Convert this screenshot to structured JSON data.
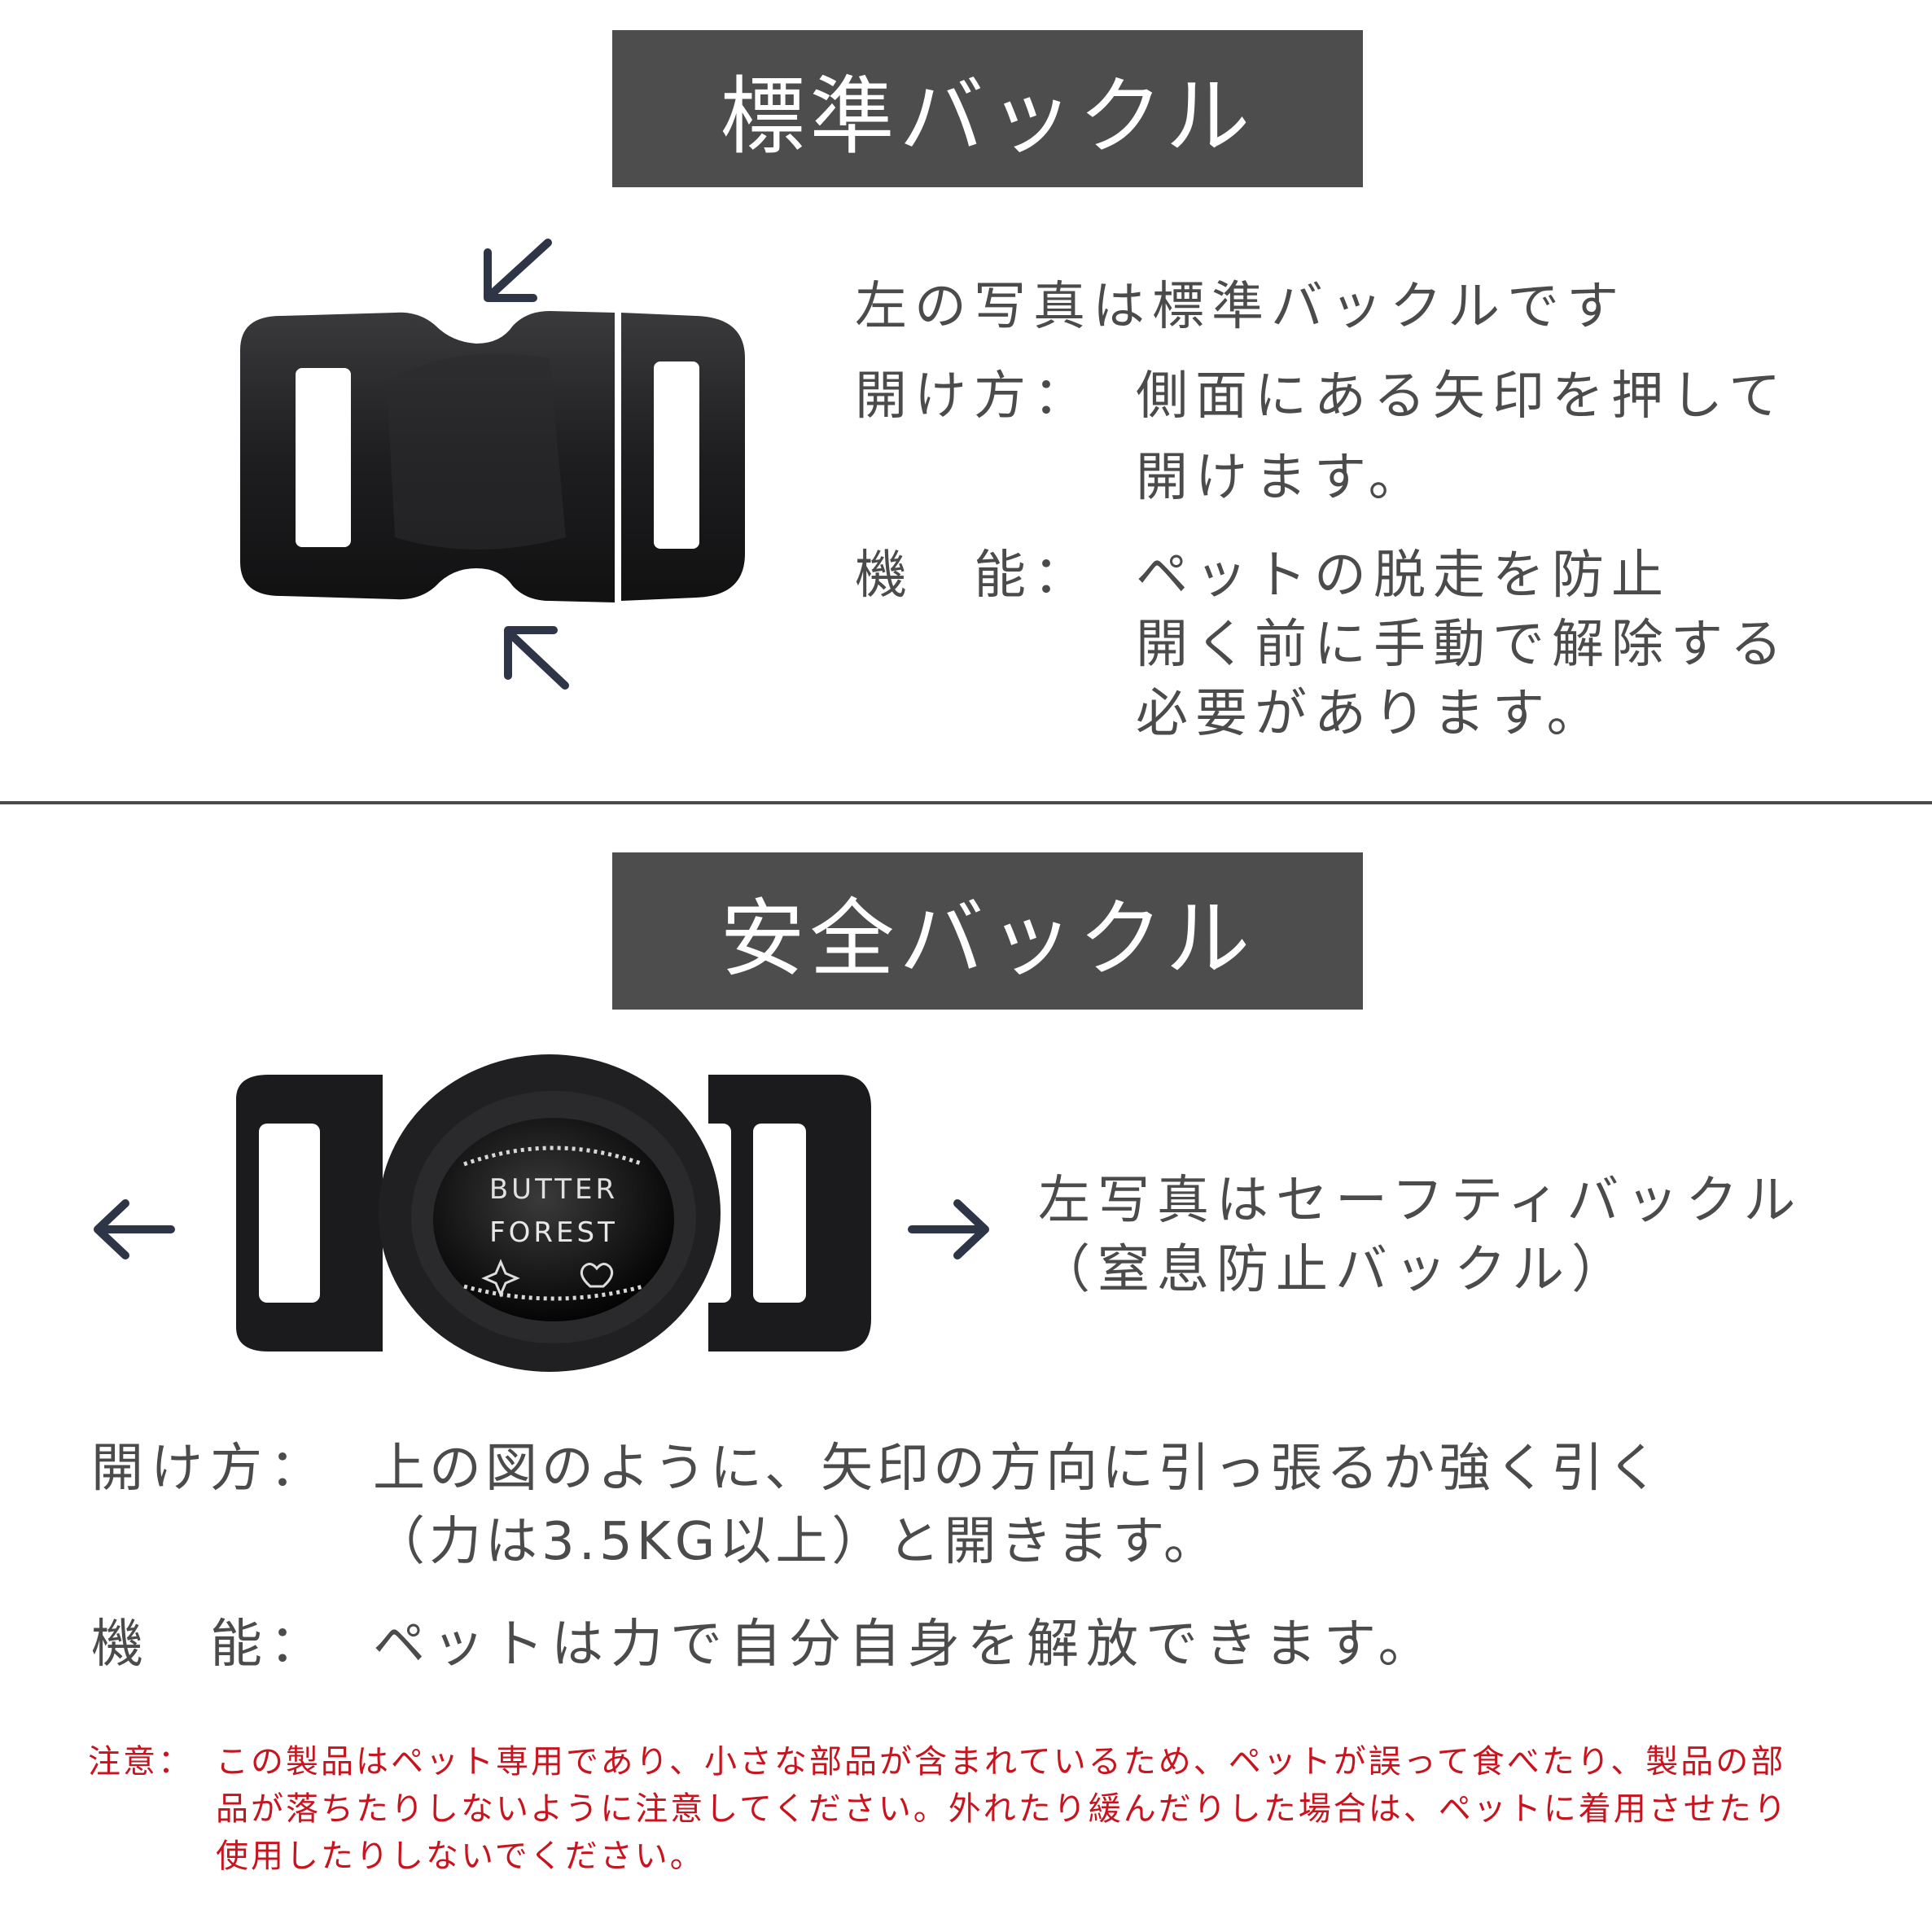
{
  "standard": {
    "heading": "標準バックル",
    "intro": "左の写真は標準バックルです",
    "open_label": "開け方：",
    "open_lines": [
      "側面にある矢印を押して",
      "開けます。"
    ],
    "function_label": "機　能：",
    "function_lines": [
      "ペットの脱走を防止",
      "開く前に手動で解除する",
      "必要があります。"
    ]
  },
  "safety": {
    "heading": "安全バックル",
    "caption_lines": [
      "左写真はセーフティバックル",
      "（窒息防止バックル）"
    ],
    "open_label": "開け方：",
    "open_lines": [
      "上の図のように、矢印の方向に引っ張るか強く引く",
      "（力は3.5KG以上）と開きます。"
    ],
    "function_label": "機　能：",
    "function_text": "ペットは力で自分自身を解放できます。",
    "badge_lines": [
      "BUTTER",
      "FOREST"
    ]
  },
  "notice": {
    "label": "注意：",
    "lines": [
      "この製品はペット専用であり、小さな部品が含まれているため、ペットが誤って食べたり、製品の部",
      "品が落ちたりしないように注意してください。外れたり緩んだりした場合は、ペットに着用させたり",
      "使用したりしないでください。"
    ]
  },
  "colors": {
    "banner_bg": "#4d4d4d",
    "text": "#4b4b4b",
    "arrow": "#2e3546",
    "notice": "#c8141e"
  }
}
